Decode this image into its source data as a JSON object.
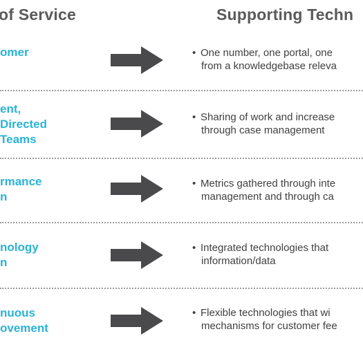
{
  "headers": {
    "left": "of Service",
    "right": "Supporting Techn"
  },
  "rows": [
    {
      "label": [
        "omer"
      ],
      "desc": [
        "One number, one portal, one",
        "from a knowledgebase releva"
      ]
    },
    {
      "label": [
        "ent,",
        "Directed",
        "Teams"
      ],
      "desc": [
        "Sharing of work and increase",
        "through case management"
      ]
    },
    {
      "label": [
        "rmance",
        "n"
      ],
      "desc": [
        "Metrics gathered through inte",
        "management and through ca"
      ]
    },
    {
      "label": [
        "nology",
        "n"
      ],
      "desc": [
        "Integrated technologies that",
        "information/data"
      ]
    },
    {
      "label": [
        "nuous",
        "ovement"
      ],
      "desc": [
        "Flexible technologies that wi",
        "mechanisms for customer fee"
      ]
    }
  ],
  "bullet": "•",
  "colors": {
    "header": "#5a5a5c",
    "label": "#2ab3d6",
    "arrow": "#4a4a4c",
    "text": "#3f3f41",
    "separator": "#9a9a9c"
  }
}
